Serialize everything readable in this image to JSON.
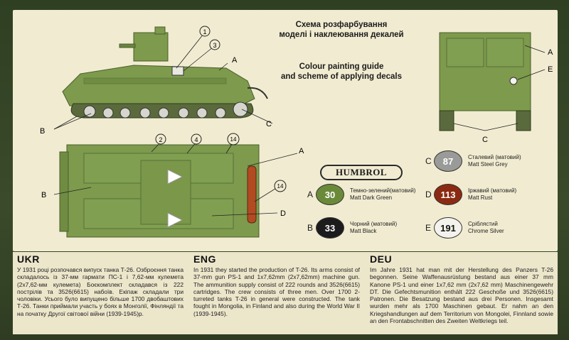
{
  "titles": {
    "ua": [
      "Схема розфарбування",
      "моделі і наклеювання декалей"
    ],
    "en": [
      "Colour painting guide",
      "and scheme of applying decals"
    ]
  },
  "callouts": {
    "side": [
      "1",
      "3",
      "A",
      "B",
      "C"
    ],
    "top": [
      "2",
      "4",
      "14",
      "14",
      "A",
      "B",
      "D"
    ],
    "front": [
      "A",
      "E",
      "C"
    ]
  },
  "brand": "HUMBROL",
  "paints": [
    {
      "letter": "A",
      "code": "30",
      "ua": "Темно-зелений(матовий)",
      "en": "Matt Dark Green",
      "color": "#6a8a3a",
      "text_color": "#ffffff"
    },
    {
      "letter": "B",
      "code": "33",
      "ua": "Чорний (матовий)",
      "en": "Matt Black",
      "color": "#1c1c1c",
      "text_color": "#ffffff"
    },
    {
      "letter": "C",
      "code": "87",
      "ua": "Сталевий (матовий)",
      "en": "Matt Steel Grey",
      "color": "#9a9a98",
      "text_color": "#ffffff"
    },
    {
      "letter": "D",
      "code": "113",
      "ua": "Іржавий (матовий)",
      "en": "Matt Rust",
      "color": "#8b2a12",
      "text_color": "#ffffff"
    },
    {
      "letter": "E",
      "code": "191",
      "ua": "Сріблястий",
      "en": "Chrome Silver",
      "color": "#f4f2ec",
      "text_color": "#111111"
    }
  ],
  "text": {
    "ukr": {
      "heading": "UKR",
      "body": "У 1931 році розпочався випуск танка Т-26. Озброєння танка складалось із 37-мм гармати ПС-1 і 7,62-мм кулемета (2х7,62-мм кулемета) Боєкомплект складався із 222 пострілів та 3526(6615) набоїв. Екіпаж складали три чоловіки. Усього було випущено більше 1700 двобаштових Т-26. Танки приймали участь у боях в Монголії, Фінляндії та на початку Другої світової війни (1939-1945)р."
    },
    "eng": {
      "heading": "ENG",
      "body": "In 1931 they started the production of T-26. Its arms consist of 37-mm gun PS-1 and 1x7,62mm (2x7,62mm) machine gun. The ammunition supply consist of 222 rounds and 3526(6615) cartridges. The crew consists of three men. Over 1700 2-turreted tanks T-26 in general were constructed. The tank fought in Mongolia, in Finland and also during the World War II (1939-1945)."
    },
    "deu": {
      "heading": "DEU",
      "body": "Im Jahre 1931 hat man mit der Herstellung des Panzers T-26 begonnen. Seine Waffenausrüstung bestand aus einer 37 mm Kanone PS-1 und einer 1x7,62 mm (2x7,62 mm) Maschinengewehr DT. Die Gefechtsmunition enthält 222 Geschoße und 3526(6615) Patronen. Die Besatzung bestand aus drei Personen. Insgesamt wurden mehr als 1700 Maschinen gebaut. Er nahm an den Kriegshandlungen auf dem Territorium von Mongolei, Finnland sowie an den Frontabschnitten des Zweiten Weltkriegs teil."
    }
  }
}
